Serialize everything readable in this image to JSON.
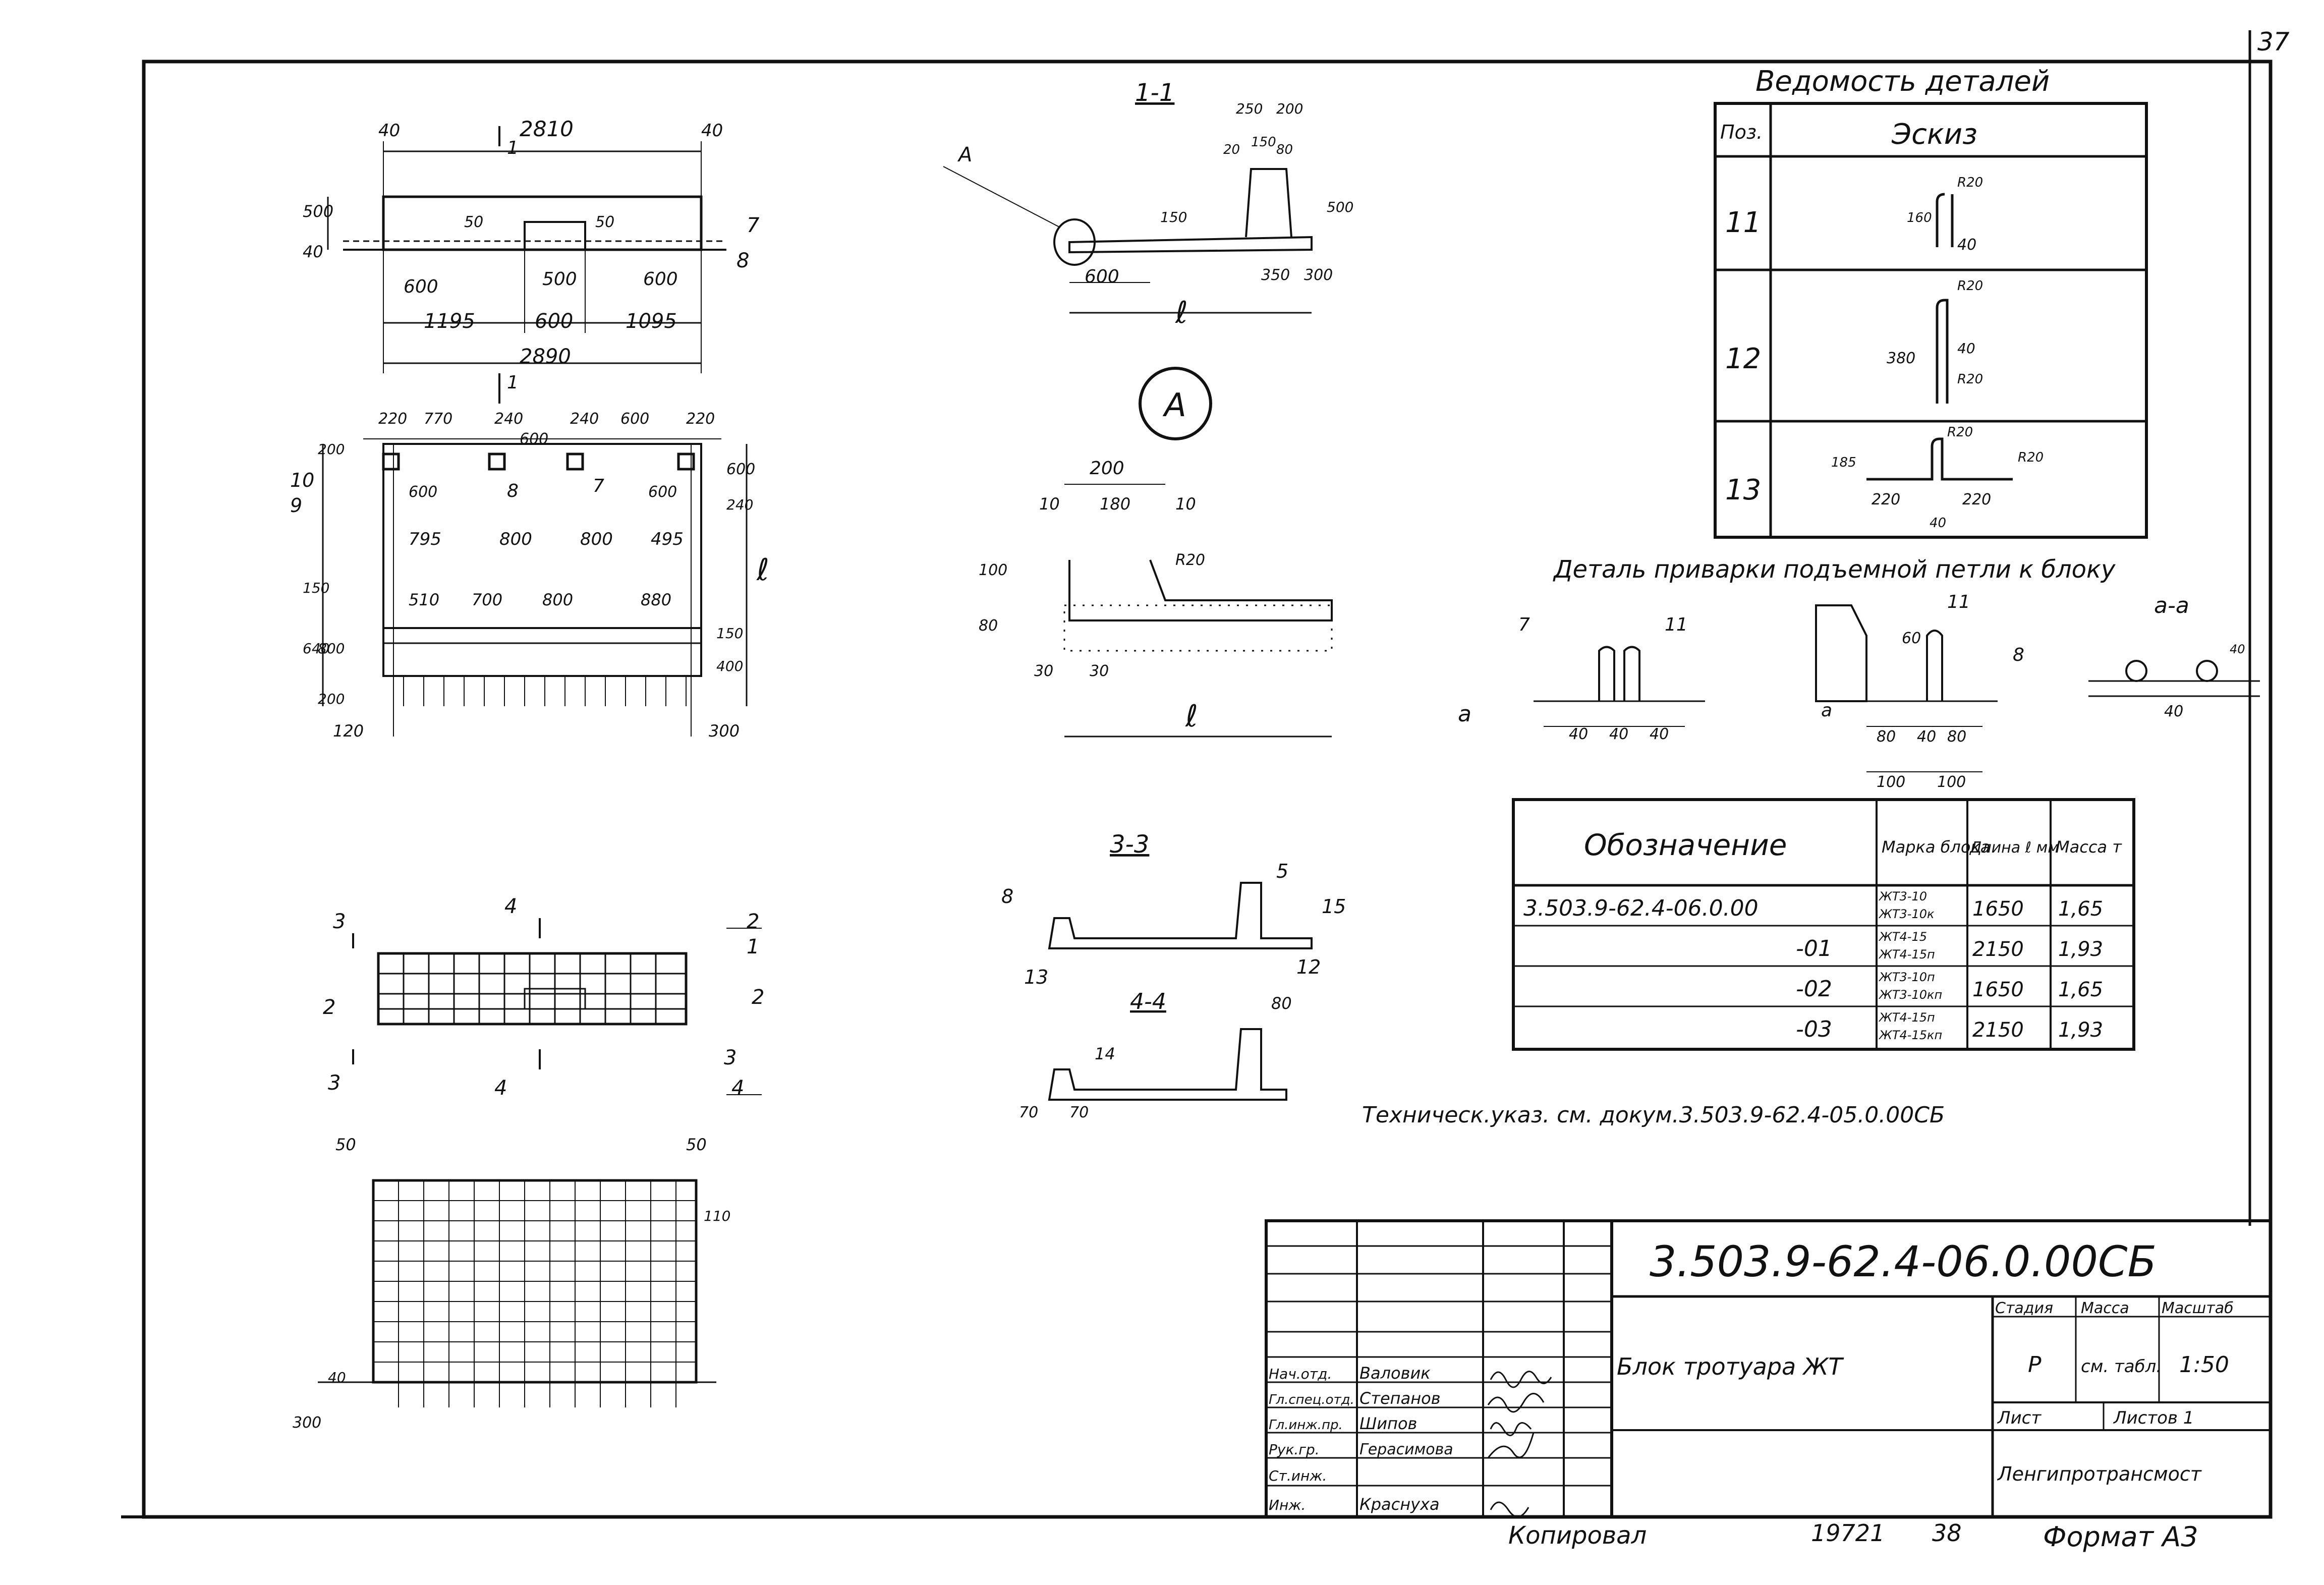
{
  "sheet_corner_number": "37",
  "plan_top": {
    "dims": [
      "40",
      "2810",
      "40",
      "500",
      "40",
      "50",
      "50",
      "600",
      "500",
      "600",
      "1195",
      "600",
      "1095",
      "2890"
    ],
    "callouts": [
      "7",
      "8"
    ],
    "section_marks": [
      "1",
      "1"
    ]
  },
  "plan_reinf": {
    "dims": [
      "220",
      "770",
      "240",
      "240",
      "600",
      "220",
      "600",
      "600",
      "600",
      "600",
      "795",
      "800",
      "800",
      "495",
      "510",
      "700",
      "800",
      "880",
      "150",
      "640",
      "200",
      "800",
      "400",
      "150",
      "200",
      "240",
      "120",
      "300"
    ],
    "callouts": [
      "10",
      "9",
      "8",
      "7"
    ],
    "length_symbol": "ℓ"
  },
  "section_1_1": {
    "title": "1-1",
    "dims": [
      "250",
      "200",
      "20",
      "150",
      "80",
      "150",
      "500",
      "600",
      "350",
      "300"
    ],
    "callout_a": "А",
    "length_symbol": "ℓ"
  },
  "node_a": {
    "label": "А",
    "dims": [
      "200",
      "10",
      "180",
      "10",
      "100",
      "80",
      "30",
      "30"
    ],
    "radius": "R20",
    "length_symbol": "ℓ"
  },
  "section_3_3": {
    "title": "3-3",
    "callouts": [
      "8",
      "5",
      "15",
      "13",
      "12"
    ]
  },
  "section_4_4": {
    "title": "4-4",
    "callouts": [
      "14",
      "80",
      "70",
      "70"
    ]
  },
  "cage_view": {
    "marks": [
      "3",
      "4",
      "2",
      "2",
      "3",
      "4"
    ],
    "callouts": [
      "2",
      "1",
      "3",
      "4"
    ]
  },
  "mesh_view": {
    "dims": [
      "50",
      "50",
      "110",
      "40",
      "300"
    ]
  },
  "parts_schedule": {
    "title": "Ведомость деталей",
    "col_pos": "Поз.",
    "col_sketch": "Эскиз",
    "rows": [
      {
        "pos": "11",
        "dims": [
          "160",
          "40",
          "R20"
        ]
      },
      {
        "pos": "12",
        "dims": [
          "380",
          "40",
          "R20",
          "R20"
        ]
      },
      {
        "pos": "13",
        "dims": [
          "185",
          "220",
          "220",
          "40",
          "R20",
          "R20"
        ]
      }
    ]
  },
  "weld_detail": {
    "title": "Деталь приварки подъемной петли к блоку",
    "section_label": "а-а",
    "view1": {
      "dims": [
        "40",
        "40",
        "40"
      ],
      "callouts": [
        "7",
        "11"
      ],
      "cut": "а"
    },
    "view2": {
      "dims": [
        "60",
        "80",
        "40",
        "80",
        "100",
        "100"
      ],
      "callouts": [
        "11",
        "8"
      ],
      "cut": "а"
    },
    "view3": {
      "dims": [
        "40",
        "40"
      ]
    }
  },
  "blocks_table": {
    "headers": [
      "Обозначение",
      "Марка блока",
      "Длина ℓ мм",
      "Масса т"
    ],
    "rows": [
      {
        "designation": "3.503.9-62.4-06.0.00",
        "marks": [
          "ЖТ3-10",
          "ЖТ3-10к"
        ],
        "length": "1650",
        "mass": "1,65"
      },
      {
        "designation": "-01",
        "marks": [
          "ЖТ4-15",
          "ЖТ4-15п"
        ],
        "length": "2150",
        "mass": "1,93"
      },
      {
        "designation": "-02",
        "marks": [
          "ЖТ3-10п",
          "ЖТ3-10кп"
        ],
        "length": "1650",
        "mass": "1,65"
      },
      {
        "designation": "-03",
        "marks": [
          "ЖТ4-15п",
          "ЖТ4-15кп"
        ],
        "length": "2150",
        "mass": "1,93"
      }
    ],
    "note": "Техническ.указ. см. докум.3.503.9-62.4-05.0.00СБ"
  },
  "title_block": {
    "code": "3.503.9-62.4-06.0.00СБ",
    "name": "Блок тротуара ЖТ",
    "stage_label": "Стадия",
    "mass_label": "Масса",
    "scale_label": "Масштаб",
    "stage": "Р",
    "mass": "см. табл.",
    "scale": "1:50",
    "sheet_label": "Лист",
    "sheets_label": "Листов 1",
    "org": "Ленгипротрансмост",
    "signatures": [
      {
        "role": "Нач.отд.",
        "name": "Валовик"
      },
      {
        "role": "Гл.спец.отд.",
        "name": "Степанов"
      },
      {
        "role": "Гл.инж.пр.",
        "name": "Шипов"
      },
      {
        "role": "Рук.гр.",
        "name": "Герасимова"
      },
      {
        "role": "Ст.инж.",
        "name": ""
      },
      {
        "role": "Инж.",
        "name": "Краснуха"
      }
    ]
  },
  "footer": {
    "copied": "Копировал",
    "inv": "19721",
    "sheet_no": "38",
    "format": "Формат А3"
  }
}
